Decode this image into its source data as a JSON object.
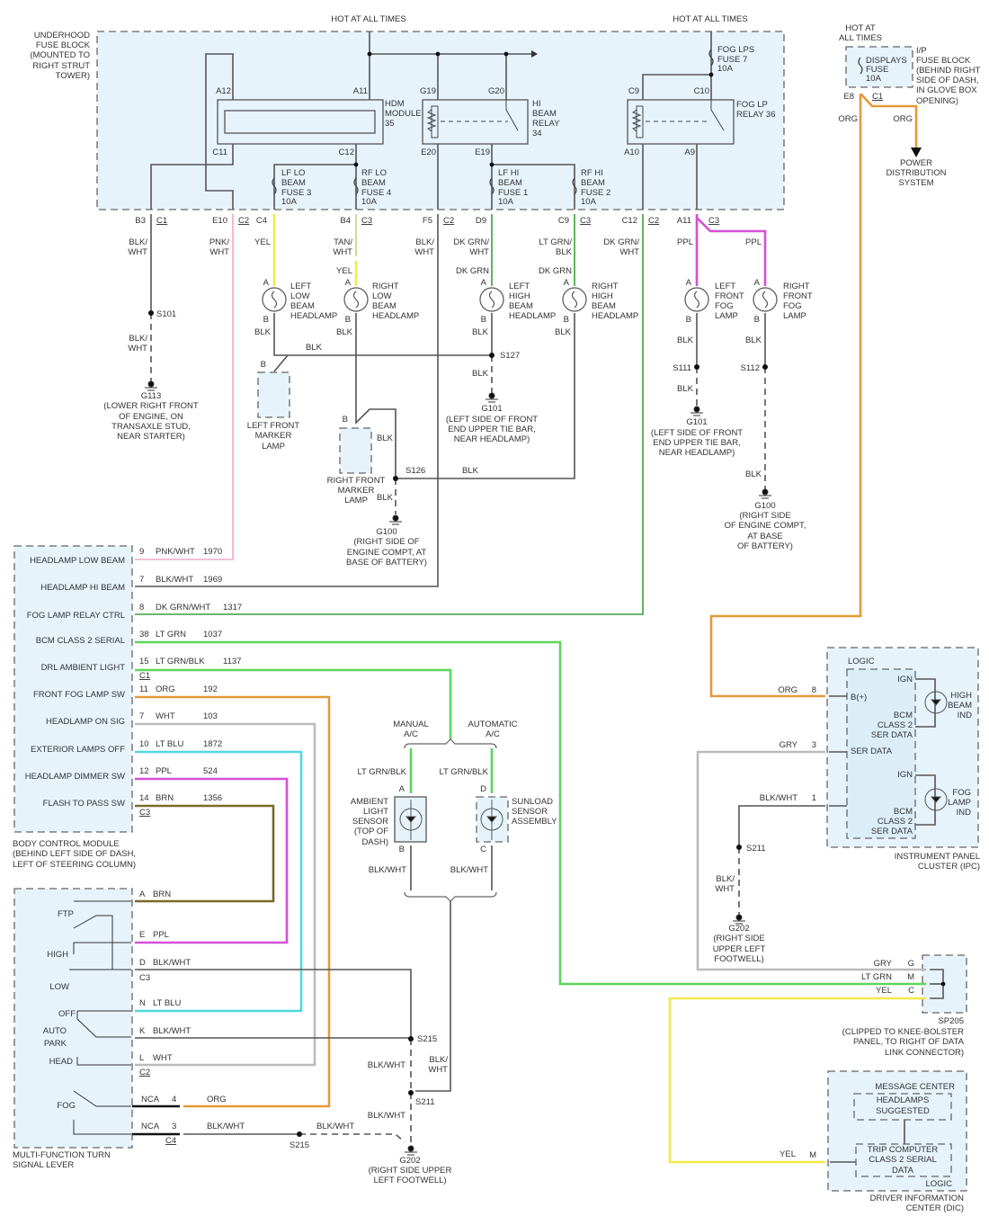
{
  "title": "Headlamps / Fog Lamps Wiring Diagram",
  "colors": {
    "box_fill": "#e6f3fb",
    "wire_black": "#555555",
    "wire_yellow": "#f2ea4a",
    "wire_pink": "#f0a8c8",
    "wire_tan": "#d8c98a",
    "wire_dk_green": "#3aa03a",
    "wire_lt_green": "#5cd65c",
    "wire_purple": "#d64fd6",
    "wire_orange": "#e39a3a",
    "wire_white": "#cccccc",
    "wire_lt_blue": "#4fd8e0",
    "wire_brown": "#7a6a2a",
    "wire_gray": "#b5b5b5"
  },
  "power": {
    "hot1": "HOT AT ALL TIMES",
    "hot2": "HOT AT ALL TIMES",
    "hot3": [
      "HOT AT",
      "ALL TIMES"
    ]
  },
  "underhood_fuse_block": {
    "label": [
      "UNDERHOOD",
      "FUSE BLOCK",
      "(MOUNTED TO",
      "RIGHT STRUT",
      "TOWER)"
    ],
    "hdm_module": [
      "HDM",
      "MODULE",
      "35"
    ],
    "hi_beam_relay": [
      "HI",
      "BEAM",
      "RELAY",
      "34"
    ],
    "fog_lp_relay": [
      "FOG LP",
      "RELAY 36"
    ],
    "fog_lps_fuse": [
      "FOG LPS",
      "FUSE 7",
      "10A"
    ],
    "lf_lo_fuse": [
      "LF LO",
      "BEAM",
      "FUSE 3",
      "10A"
    ],
    "rf_lo_fuse": [
      "RF LO",
      "BEAM",
      "FUSE 4",
      "10A"
    ],
    "lf_hi_fuse": [
      "LF HI",
      "BEAM",
      "FUSE 1",
      "10A"
    ],
    "rf_hi_fuse": [
      "RF HI",
      "BEAM",
      "FUSE 2",
      "10A"
    ],
    "pins": {
      "a12": "A12",
      "a11": "A11",
      "c11": "C11",
      "c12": "C12",
      "g19": "G19",
      "g20": "G20",
      "e20": "E20",
      "e19": "E19",
      "c9": "C9",
      "c10": "C10",
      "a10": "A10",
      "a9": "A9"
    },
    "out_connectors": [
      {
        "pin": "B3",
        "conn": "C1"
      },
      {
        "pin": "E10",
        "conn": "C2"
      },
      {
        "pin": "C4",
        "conn": ""
      },
      {
        "pin": "B4",
        "conn": "C3"
      },
      {
        "pin": "F5",
        "conn": "C2"
      },
      {
        "pin": "D9",
        "conn": ""
      },
      {
        "pin": "C9",
        "conn": "C3"
      },
      {
        "pin": "C12",
        "conn": "C2"
      },
      {
        "pin": "A11",
        "conn": "C3"
      }
    ]
  },
  "ip_fuse_block": {
    "fuse": [
      "DISPLAYS",
      "FUSE",
      "10A"
    ],
    "label": [
      "I/P",
      "FUSE BLOCK",
      "(BEHIND RIGHT",
      "SIDE OF DASH,",
      "IN GLOVE BOX",
      "OPENING)"
    ],
    "pin": "E8",
    "conn": "C1",
    "wire1": "ORG",
    "wire2": "ORG",
    "dest": [
      "POWER",
      "DISTRIBUTION",
      "SYSTEM"
    ]
  },
  "wire_labels": {
    "b3": [
      "BLK/",
      "WHT"
    ],
    "b3_lower": [
      "BLK/",
      "WHT"
    ],
    "e10": [
      "PNK/",
      "WHT"
    ],
    "c4": "YEL",
    "b4": [
      "TAN/",
      "WHT"
    ],
    "b4_lower": "YEL",
    "f5": [
      "BLK/",
      "WHT"
    ],
    "d9": [
      "DK GRN/",
      "WHT"
    ],
    "d9_lower": "DK GRN",
    "c9": [
      "LT GRN/",
      "BLK"
    ],
    "c9_lower": "DK GRN",
    "c12": [
      "DK GRN/",
      "WHT"
    ],
    "a11_left": "PPL",
    "a11_right": "PPL",
    "blk": "BLK"
  },
  "lamps": {
    "left_low": [
      "LEFT",
      "LOW",
      "BEAM",
      "HEADLAMP"
    ],
    "right_low": [
      "RIGHT",
      "LOW",
      "BEAM",
      "HEADLAMP"
    ],
    "left_high": [
      "LEFT",
      "HIGH",
      "BEAM",
      "HEADLAMP"
    ],
    "right_high": [
      "RIGHT",
      "HIGH",
      "BEAM",
      "HEADLAMP"
    ],
    "left_fog": [
      "LEFT",
      "FRONT",
      "FOG",
      "LAMP"
    ],
    "right_fog": [
      "RIGHT",
      "FRONT",
      "FOG",
      "LAMP"
    ],
    "left_marker": [
      "LEFT FRONT",
      "MARKER",
      "LAMP"
    ],
    "right_marker": [
      "RIGHT FRONT",
      "MARKER",
      "LAMP"
    ],
    "pin_a": "A",
    "pin_b": "B"
  },
  "splices": {
    "s101": "S101",
    "s127": "S127",
    "s126": "S126",
    "s111": "S111",
    "s112": "S112",
    "s211": "S211",
    "s215": "S215",
    "sp205": "SP205"
  },
  "grounds": {
    "g113": [
      "G113",
      "(LOWER RIGHT FRONT",
      "OF ENGINE, ON",
      "TRANSAXLE STUD,",
      "NEAR STARTER)"
    ],
    "g101a": [
      "G101",
      "(LEFT SIDE OF FRONT",
      "END UPPER TIE BAR,",
      "NEAR HEADLAMP)"
    ],
    "g101b": [
      "G101",
      "(LEFT SIDE OF FRONT",
      "END UPPER TIE BAR,",
      "NEAR HEADLAMP)"
    ],
    "g100a": [
      "G100",
      "(RIGHT SIDE OF",
      "ENGINE COMPT, AT",
      "BASE OF BATTERY)"
    ],
    "g100b": [
      "G100",
      "(RIGHT SIDE",
      "OF ENGINE COMPT,",
      "AT BASE",
      "OF BATTERY)"
    ],
    "g202a": [
      "G202",
      "(RIGHT SIDE",
      "UPPER LEFT",
      "FOOTWELL)"
    ],
    "g202b": [
      "G202",
      "(RIGHT SIDE UPPER",
      "LEFT FOOTWELL)"
    ]
  },
  "bcm": {
    "label": [
      "BODY CONTROL MODULE",
      "(BEHIND LEFT SIDE OF DASH,",
      "LEFT OF STEERING COLUMN)"
    ],
    "rows": [
      {
        "name": "HEADLAMP LOW BEAM",
        "pin": "9",
        "color": "PNK/WHT",
        "circuit": "1970"
      },
      {
        "name": "HEADLAMP HI BEAM",
        "pin": "7",
        "color": "BLK/WHT",
        "circuit": "1969"
      },
      {
        "name": "FOG LAMP RELAY CTRL",
        "pin": "8",
        "color": "DK GRN/WHT",
        "circuit": "1317"
      },
      {
        "name": "BCM CLASS 2 SERIAL",
        "pin": "38",
        "color": "LT GRN",
        "circuit": "1037"
      },
      {
        "name": "DRL AMBIENT LIGHT",
        "pin": "15",
        "color": "LT GRN/BLK",
        "circuit": "1137"
      },
      {
        "name": "FRONT FOG LAMP SW",
        "pin": "11",
        "color": "ORG",
        "circuit": "192"
      },
      {
        "name": "HEADLAMP ON SIG",
        "pin": "7",
        "color": "WHT",
        "circuit": "103"
      },
      {
        "name": "EXTERIOR LAMPS OFF",
        "pin": "10",
        "color": "LT BLU",
        "circuit": "1872"
      },
      {
        "name": "HEADLAMP DIMMER SW",
        "pin": "12",
        "color": "PPL",
        "circuit": "524"
      },
      {
        "name": "FLASH TO PASS SW",
        "pin": "14",
        "color": "BRN",
        "circuit": "1356"
      }
    ],
    "conn_c1": "C1",
    "conn_c3": "C3"
  },
  "sensors": {
    "manual": [
      "MANUAL",
      "A/C"
    ],
    "automatic": [
      "AUTOMATIC",
      "A/C"
    ],
    "wire_in": "LT GRN/BLK",
    "wire_out": "BLK/WHT",
    "ambient": [
      "AMBIENT",
      "LIGHT",
      "SENSOR",
      "(TOP OF",
      "DASH)"
    ],
    "sunload": [
      "SUNLOAD",
      "SENSOR",
      "ASSEMBLY"
    ],
    "pins": {
      "a": "A",
      "b": "B",
      "d": "D",
      "c": "C"
    }
  },
  "ipc": {
    "logic": "LOGIC",
    "label": [
      "INSTRUMENT PANEL",
      "CLUSTER (IPC)"
    ],
    "inputs": [
      {
        "wire": "ORG",
        "pin": "8",
        "signal": "B(+)"
      },
      {
        "wire": "GRY",
        "pin": "3",
        "signal": "SER DATA"
      },
      {
        "wire": "BLK/WHT",
        "pin": "1",
        "signal": ""
      }
    ],
    "ign": "IGN",
    "bcm_data": [
      "BCM",
      "CLASS 2",
      "SER DATA"
    ],
    "high_beam_ind": [
      "HIGH",
      "BEAM",
      "IND"
    ],
    "fog_lamp_ind": [
      "FOG",
      "LAMP",
      "IND"
    ],
    "s211_wire": [
      "BLK/",
      "WHT"
    ]
  },
  "sp205": {
    "pins": [
      {
        "wire": "GRY",
        "pin": "G"
      },
      {
        "wire": "LT GRN",
        "pin": "M"
      },
      {
        "wire": "YEL",
        "pin": "C"
      }
    ],
    "label": [
      "SP205",
      "(CLIPPED TO KNEE-BOLSTER",
      "PANEL, TO RIGHT OF DATA",
      "LINK CONNECTOR)"
    ]
  },
  "dic": {
    "message_center": "MESSAGE CENTER",
    "headlamps": [
      "HEADLAMPS",
      "SUGGESTED"
    ],
    "trip": [
      "TRIP COMPUTER",
      "CLASS 2 SERIAL",
      "DATA"
    ],
    "logic": "LOGIC",
    "wire": "YEL",
    "pin": "M",
    "label": [
      "DRIVER INFORMATION",
      "CENTER (DIC)"
    ]
  },
  "mfsw": {
    "label": [
      "MULTI-FUNCTION TURN",
      "SIGNAL LEVER"
    ],
    "positions": {
      "ftp": "FTP",
      "high": "HIGH",
      "low": "LOW",
      "off": "OFF",
      "auto": "AUTO",
      "park": "PARK",
      "head": "HEAD",
      "fog": "FOG"
    },
    "pins": [
      {
        "pin": "A",
        "color": "BRN"
      },
      {
        "pin": "E",
        "color": "PPL"
      },
      {
        "pin": "D",
        "color": "BLK/WHT"
      },
      {
        "pin": "N",
        "color": "LT BLU"
      },
      {
        "pin": "K",
        "color": "BLK/WHT"
      },
      {
        "pin": "L",
        "color": "WHT"
      }
    ],
    "conn_c3": "C3",
    "conn_c2": "C2",
    "conn_c4": "C4",
    "fog_rows": [
      {
        "nca": "NCA",
        "pin": "4",
        "color": "ORG"
      },
      {
        "nca": "NCA",
        "pin": "3",
        "color": "BLK/WHT"
      }
    ],
    "s215_wire": "BLK/WHT"
  },
  "ground_branch": {
    "w1": "BLK/WHT",
    "w2": "BLK/WHT",
    "w3": [
      "BLK/",
      "WHT"
    ]
  }
}
